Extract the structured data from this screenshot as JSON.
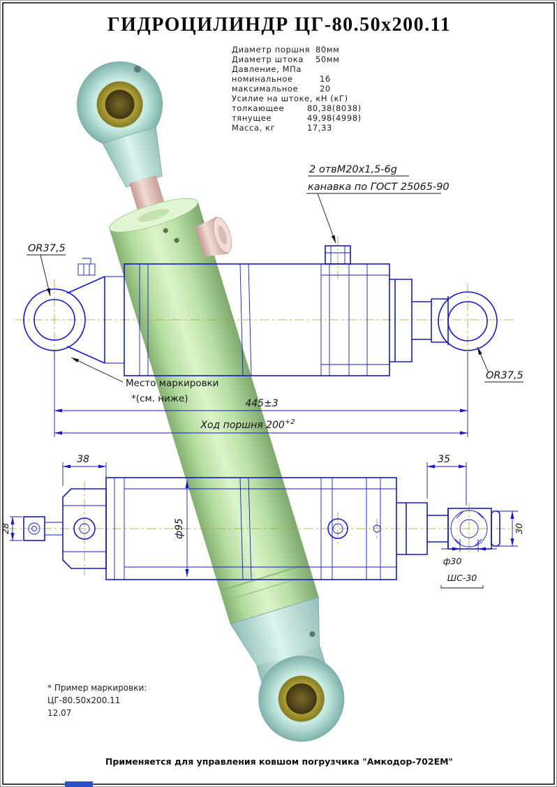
{
  "title": "ГИДРОЦИЛИНДР  ЦГ-80.50х200.11",
  "colors": {
    "drawing_line_blue": "#1418c8",
    "centerline_olive": "#a8a020",
    "body_green": "#c9e9b4",
    "caps_cyan": "#cdeee6",
    "rod_pink": "#ecd2cb",
    "bushing_olive": "#b3a63c"
  },
  "specs": {
    "rows": [
      {
        "label": "Диаметр поршня",
        "value": "80мм"
      },
      {
        "label": "Диаметр штока",
        "value": "50мм"
      },
      {
        "label": "Давление, МПа",
        "value": ""
      },
      {
        "label": "номинальное",
        "value": "16"
      },
      {
        "label": "максимальное",
        "value": "20"
      },
      {
        "label": "Усилие на штоке, кН (кГ)",
        "value": ""
      },
      {
        "label": "толкающее",
        "value": "80,38(8038)"
      },
      {
        "label": "тянущее",
        "value": "49,98(4998)"
      },
      {
        "label": "Масса, кг",
        "value": "17,33"
      }
    ]
  },
  "callouts": {
    "threaded_holes": "2 отвМ20х1,5-6g",
    "groove": "канавка по ГОСТ 25065-90",
    "ring_left": "OR37,5",
    "ring_right": "OR37,5",
    "marking_line1": "Место маркировки",
    "marking_line2": "*(см. ниже)"
  },
  "dimensions": {
    "overall_length": "445±3",
    "stroke_text": "Ход поршня 200",
    "stroke_tolerance": "+2",
    "clevis_width": "38",
    "fitting_height": "28",
    "body_diameter": "ф95",
    "rod_end_length": "35",
    "bearing_width": "30",
    "bore_diameter": "ф30",
    "bearing_type": "ШС-30"
  },
  "footer_note": {
    "line1": "* Пример маркировки:",
    "line2": "ЦГ-80.50х200.11",
    "line3": "12.07"
  },
  "application_note": "Применяется для управления ковшом погрузчика \"Амкодор-702ЕМ\""
}
